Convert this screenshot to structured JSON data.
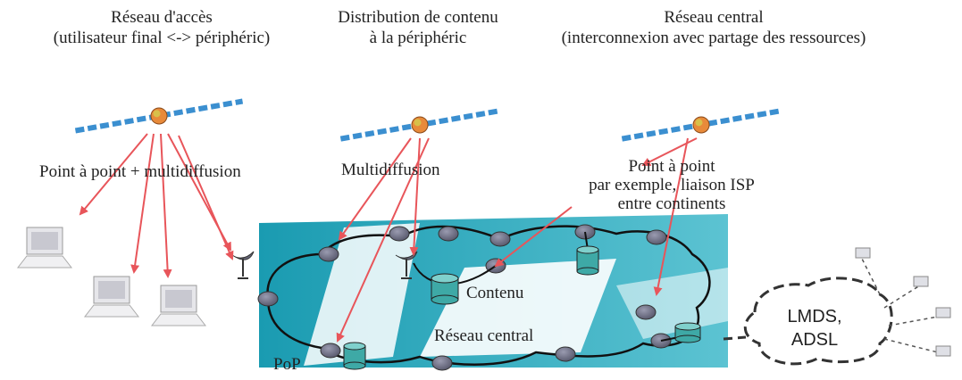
{
  "headers": {
    "access": [
      "Réseau d'accès",
      "(utilisateur final <-> périphéric)"
    ],
    "distribution": [
      "Distribution de contenu",
      "à la périphéric"
    ],
    "core": [
      "Réseau central",
      "(interconnexion avec partage des ressources)"
    ]
  },
  "labels": {
    "p2p_multicast": "Point à point + multidiffusion",
    "multicast": "Multidiffusion",
    "p2p_example": [
      "Point à point",
      "par exemple, liaison ISP",
      "entre continents"
    ],
    "content": "Contenu",
    "core_network": "Réseau central",
    "pop": "PoP",
    "access_tech": [
      "LMDS,",
      "ADSL"
    ]
  },
  "colors": {
    "arrow": "#e8555a",
    "cloud_fill": "#1a9bb1",
    "node": "#6e6f80",
    "cylinder": "#3ea9a6",
    "satellite_panel": "#3b8fd0"
  }
}
